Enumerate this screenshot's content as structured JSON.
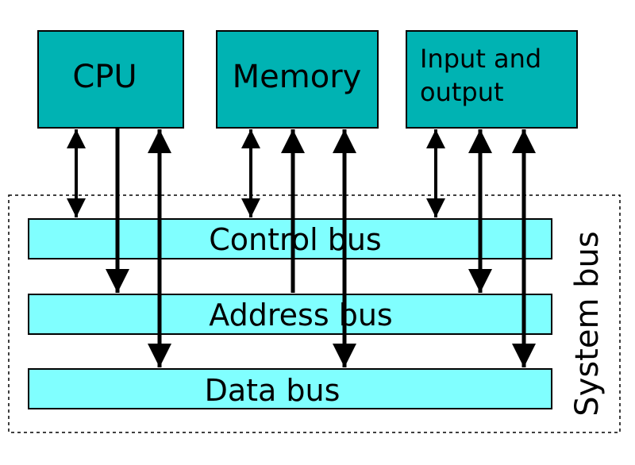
{
  "colors": {
    "component_fill": "#00b3b3",
    "bus_fill": "#80ffff",
    "stroke": "#000000"
  },
  "components": {
    "cpu": {
      "label": "CPU"
    },
    "memory": {
      "label": "Memory"
    },
    "io": {
      "label_line1": "Input and",
      "label_line2": "output"
    }
  },
  "buses": {
    "control": {
      "label": "Control bus"
    },
    "address": {
      "label": "Address bus"
    },
    "data": {
      "label": "Data bus"
    },
    "system": {
      "label": "System bus"
    }
  }
}
